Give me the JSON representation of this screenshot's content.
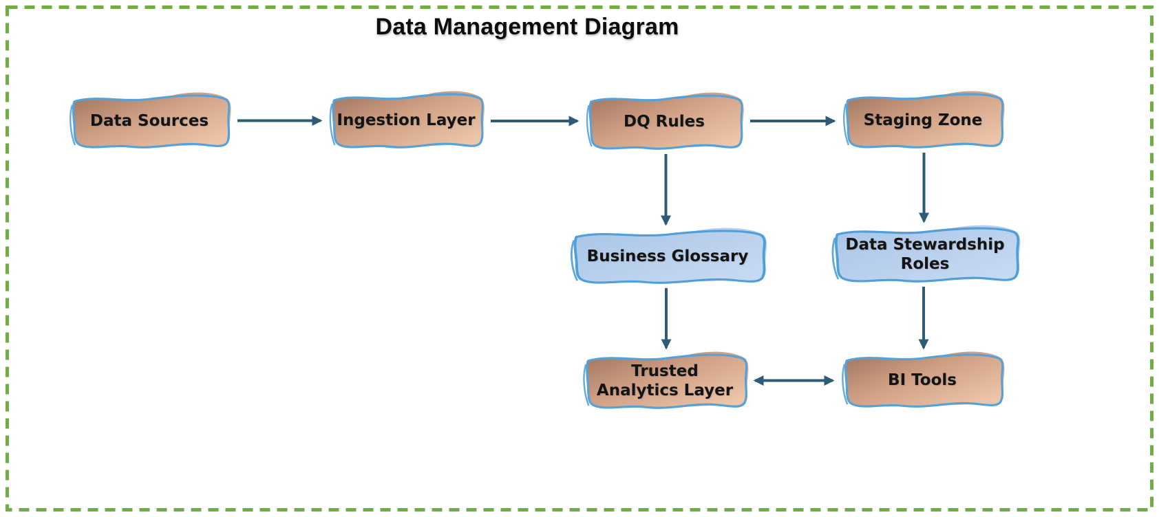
{
  "page": {
    "title": "Data Management Diagram",
    "border_color": "#70ad47",
    "background_color": "#ffffff"
  },
  "diagram": {
    "connector_color": "#2e5b76",
    "node_styles": {
      "tan": {
        "fill_start": "#a0765f",
        "fill_mid": "#cf9f84",
        "fill_end": "#eec7aa",
        "stroke": "#55a2d8"
      },
      "blue": {
        "fill_start": "#a9c5e7",
        "fill_mid": "#b7cfec",
        "fill_end": "#c6daf2",
        "stroke": "#4f9fd8"
      }
    },
    "nodes": [
      {
        "id": "data-sources",
        "label": "Data Sources",
        "variant": "tan"
      },
      {
        "id": "ingestion-layer",
        "label": "Ingestion Layer",
        "variant": "tan"
      },
      {
        "id": "dq-rules",
        "label": "DQ Rules",
        "variant": "tan"
      },
      {
        "id": "staging-zone",
        "label": "Staging Zone",
        "variant": "tan"
      },
      {
        "id": "business-glossary",
        "label": "Business Glossary",
        "variant": "blue"
      },
      {
        "id": "data-stewardship-roles",
        "label": "Data Stewardship\nRoles",
        "variant": "blue"
      },
      {
        "id": "trusted-analytics-layer",
        "label": "Trusted\nAnalytics Layer",
        "variant": "tan"
      },
      {
        "id": "bi-tools",
        "label": "BI Tools",
        "variant": "tan"
      }
    ],
    "edges": [
      {
        "from": "data-sources",
        "to": "ingestion-layer",
        "direction": "forward"
      },
      {
        "from": "ingestion-layer",
        "to": "dq-rules",
        "direction": "forward"
      },
      {
        "from": "dq-rules",
        "to": "staging-zone",
        "direction": "forward"
      },
      {
        "from": "dq-rules",
        "to": "business-glossary",
        "direction": "forward"
      },
      {
        "from": "staging-zone",
        "to": "data-stewardship-roles",
        "direction": "forward"
      },
      {
        "from": "business-glossary",
        "to": "trusted-analytics-layer",
        "direction": "forward"
      },
      {
        "from": "data-stewardship-roles",
        "to": "bi-tools",
        "direction": "forward"
      },
      {
        "from": "trusted-analytics-layer",
        "to": "bi-tools",
        "direction": "both"
      }
    ]
  }
}
